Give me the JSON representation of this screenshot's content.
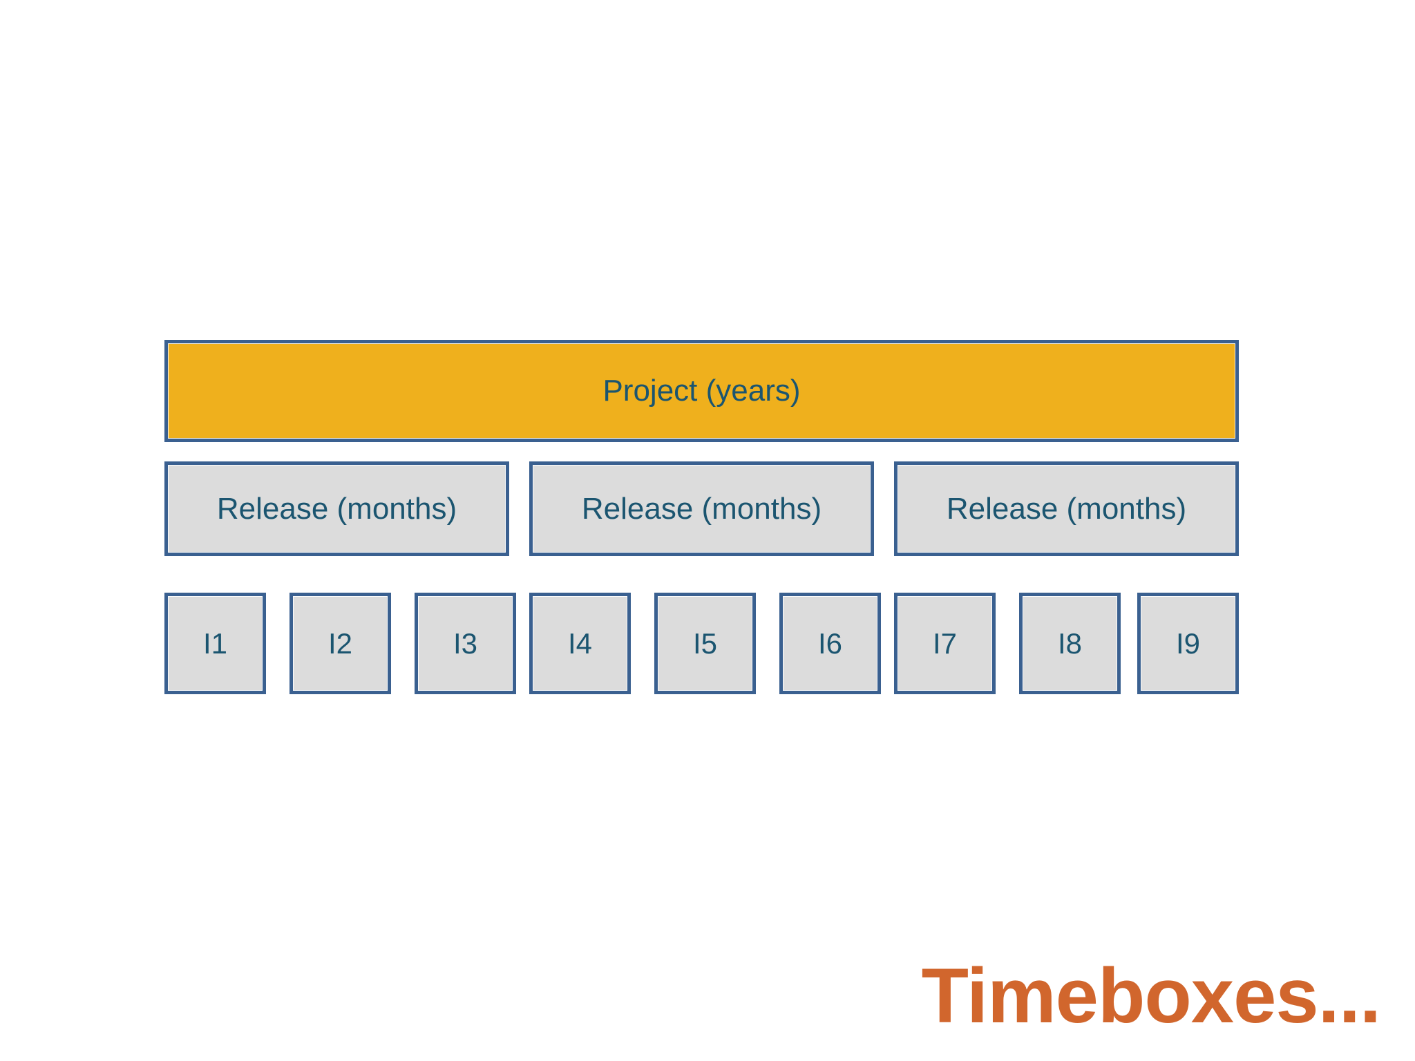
{
  "slide": {
    "background_color": "#ffffff",
    "caption": "Timeboxes...",
    "caption_color": "#d1662d"
  },
  "colors": {
    "project_fill": "#efb01d",
    "box_fill": "#dcdcdc",
    "border": "#3a6090",
    "label_text": "#1b5570",
    "caption": "#d1662d"
  },
  "diagram": {
    "project": {
      "label": "Project (years)"
    },
    "releases": [
      {
        "label": "Release (months)"
      },
      {
        "label": "Release (months)"
      },
      {
        "label": "Release (months)"
      }
    ],
    "iterations": [
      {
        "label": "I1"
      },
      {
        "label": "I2"
      },
      {
        "label": "I3"
      },
      {
        "label": "I4"
      },
      {
        "label": "I5"
      },
      {
        "label": "I6"
      },
      {
        "label": "I7"
      },
      {
        "label": "I8"
      },
      {
        "label": "I9"
      }
    ]
  }
}
